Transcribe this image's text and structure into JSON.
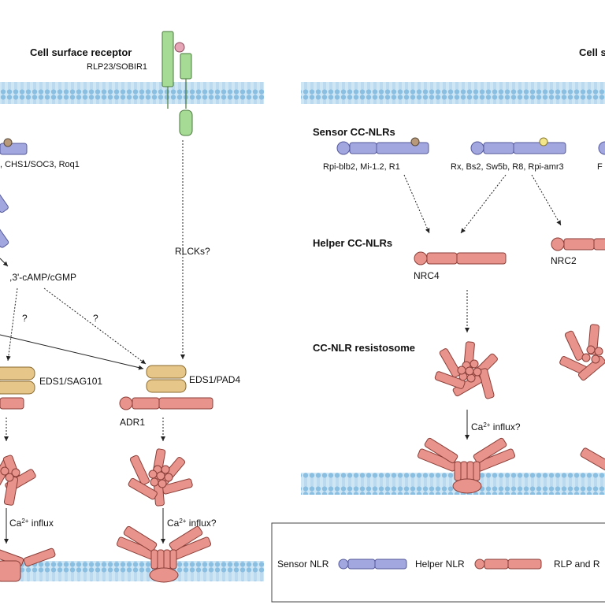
{
  "left_panel": {
    "receptor_title": "Cell surface receptor",
    "receptor_name": "RLP23/SOBIR1",
    "tir_sensors": ", CHS1/SOC3, Roq1",
    "camp": ",3'-cAMP/cGMP",
    "q1": "?",
    "q2": "?",
    "rlcks": "RLCKs?",
    "eds1_sag": "EDS1/SAG101",
    "eds1_pad4": "EDS1/PAD4",
    "adr1": "ADR1",
    "ca_influx": "Ca",
    "ca_influx_sup": "2+",
    "ca_influx_tail": " influx",
    "ca_influx_q": "Ca",
    "ca_influx_q_sup": "2+",
    "ca_influx_q_tail": " influx?"
  },
  "right_panel": {
    "cut_title": "Cell s",
    "sensor_title": "Sensor CC-NLRs",
    "sensor_group1": "Rpi-blb2, Mi-1.2, R1",
    "sensor_group2": "Rx, Bs2, Sw5b, R8, Rpi-amr3",
    "sensor_group3_cut": "F",
    "helper_title": "Helper CC-NLRs",
    "nrc4": "NRC4",
    "nrc2": "NRC2",
    "resistosome_title": "CC-NLR resistosome",
    "ca_influx": "Ca",
    "ca_influx_sup": "2+",
    "ca_influx_tail": " influx?"
  },
  "legend": {
    "sensor_nlr": "Sensor NLR",
    "helper_nlr": "Helper NLR",
    "rlp_cut": "RLP and R"
  },
  "colors": {
    "membrane": "#b9d9ef",
    "membrane_dot": "#7fb1d8",
    "helper": "#e8948c",
    "sensor": "#a3a7e0",
    "eds": "#e6c789",
    "receptor": "#a6db96"
  }
}
